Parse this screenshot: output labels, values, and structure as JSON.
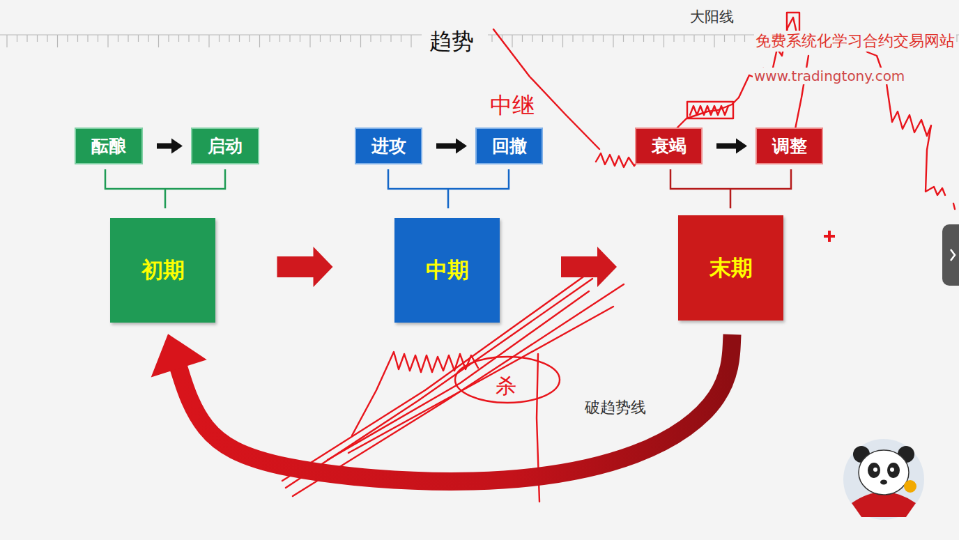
{
  "diagram": {
    "title": "趋势",
    "nodes": [
      {
        "text": [
          "酝酿"
        ]
      },
      {
        "text": [
          "启动"
        ]
      },
      {
        "text": [
          "初期"
        ]
      },
      {
        "text": [
          "进攻"
        ]
      },
      {
        "text": [
          "回撤"
        ]
      },
      {
        "text": [
          "中期"
        ]
      },
      {
        "text": [
          "衰竭"
        ]
      },
      {
        "text": [
          "调整"
        ]
      },
      {
        "text": [
          "末期"
        ]
      }
    ],
    "edges": [
      {
        "from": 0,
        "to": 1,
        "arrow": "to"
      },
      {
        "from": 3,
        "to": 4,
        "arrow": "to"
      },
      {
        "from": 6,
        "to": 7,
        "arrow": "to"
      },
      {
        "from": 2,
        "to": 5,
        "arrow": "to"
      },
      {
        "from": 5,
        "to": 8,
        "arrow": "to"
      },
      {
        "from": 8,
        "to": 2,
        "label": "破趋势线",
        "arrow": "to"
      }
    ],
    "labels": [
      "大阳线",
      "免费系统化学习合约交易网站",
      "www.tradingtony.com",
      "中继",
      "杀"
    ]
  }
}
